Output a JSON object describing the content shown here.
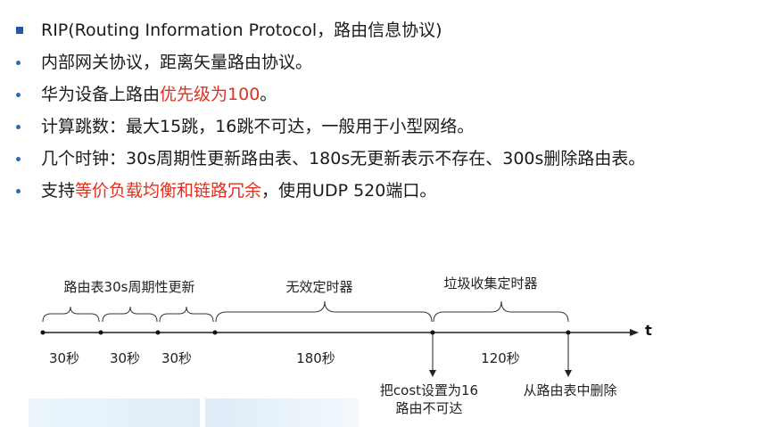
{
  "bullets": {
    "head": "RIP(Routing Information Protocol，路由信息协议)",
    "b1": "内部网关协议，距离矢量路由协议。",
    "b2_pre": "华为设备上路由",
    "b2_hl": "优先级为100",
    "b2_post": "。",
    "b3": "计算跳数：最大15跳，16跳不可达，一般用于小型网络。",
    "b4": "几个时钟：30s周期性更新路由表、180s无更新表示不存在、300s删除路由表。",
    "b5_pre": "支持",
    "b5_hl": "等价负载均衡和链路冗余",
    "b5_post": "，使用UDP 520端口。"
  },
  "timeline": {
    "label_update": "路由表30s周期性更新",
    "label_invalid": "无效定时器",
    "label_gc": "垃圾收集定时器",
    "axis_t": "t",
    "seg1": "30秒",
    "seg2": "30秒",
    "seg3": "30秒",
    "seg4": "180秒",
    "seg5": "120秒",
    "note_cost_line1": "把cost设置为16",
    "note_cost_line2": "路由不可达",
    "note_delete": "从路由表中删除"
  },
  "colors": {
    "highlight": "#e0301e",
    "bullet_marker": "#2b6cb0"
  }
}
